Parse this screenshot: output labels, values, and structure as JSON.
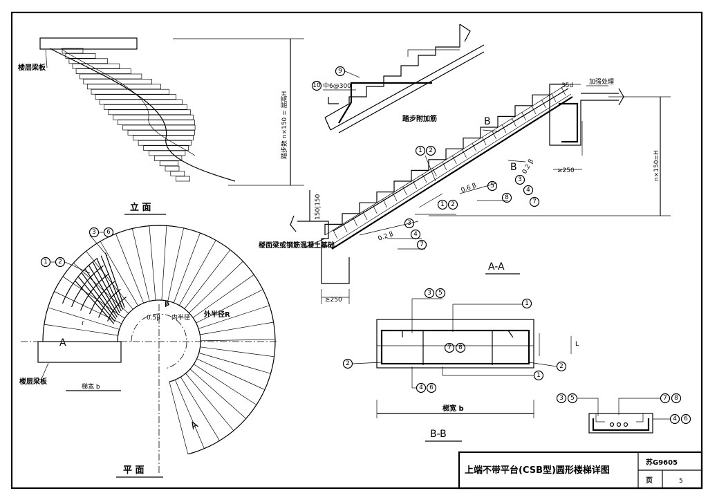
{
  "views": {
    "elevation": "立 面",
    "plan": "平 面",
    "section_aa": "A-A",
    "section_bb": "B-B"
  },
  "labels": {
    "landing_beam_top": "楼层梁板",
    "landing_beam_plan": "楼层梁板",
    "height_dim": "踏步数 n×150 = 层高H",
    "tread_rebar": "踏步附加筋",
    "bar_spec": "中6@300",
    "anchor_note": "加强处理",
    "dim_35d": "35d",
    "dim_250_left": "≥250",
    "dim_250_right": "≥250",
    "nh": "n×150=H",
    "dim_150": "150|150",
    "floor_note": "楼面梁或钢筋混凝土基础",
    "stair_width_plan": "梯宽 b",
    "stair_width_bb": "梯宽 b",
    "outer_radius": "外半径R",
    "inner_radius": "内半径",
    "beta": "β",
    "half_beta": "0.5β",
    "beta_02_left": "0.2 β",
    "beta_06": "0.6 β",
    "beta_02_right": "0.2 β",
    "sec_a": "A",
    "sec_a_lower": "A",
    "sec_b_upper": "B",
    "sec_b_lower": "B",
    "l_mark": "L",
    "r_mark": "r"
  },
  "marks": {
    "m1": "1",
    "m2": "2",
    "m3": "3",
    "m4": "4",
    "m5": "5",
    "m6": "6",
    "m7": "7",
    "m8": "8",
    "m9": "9",
    "m10": "10"
  },
  "title_block": {
    "title": "上端不带平台(CSB型)圆形楼梯详图",
    "code": "苏G9605",
    "page_label": "页",
    "page_no": "5"
  }
}
